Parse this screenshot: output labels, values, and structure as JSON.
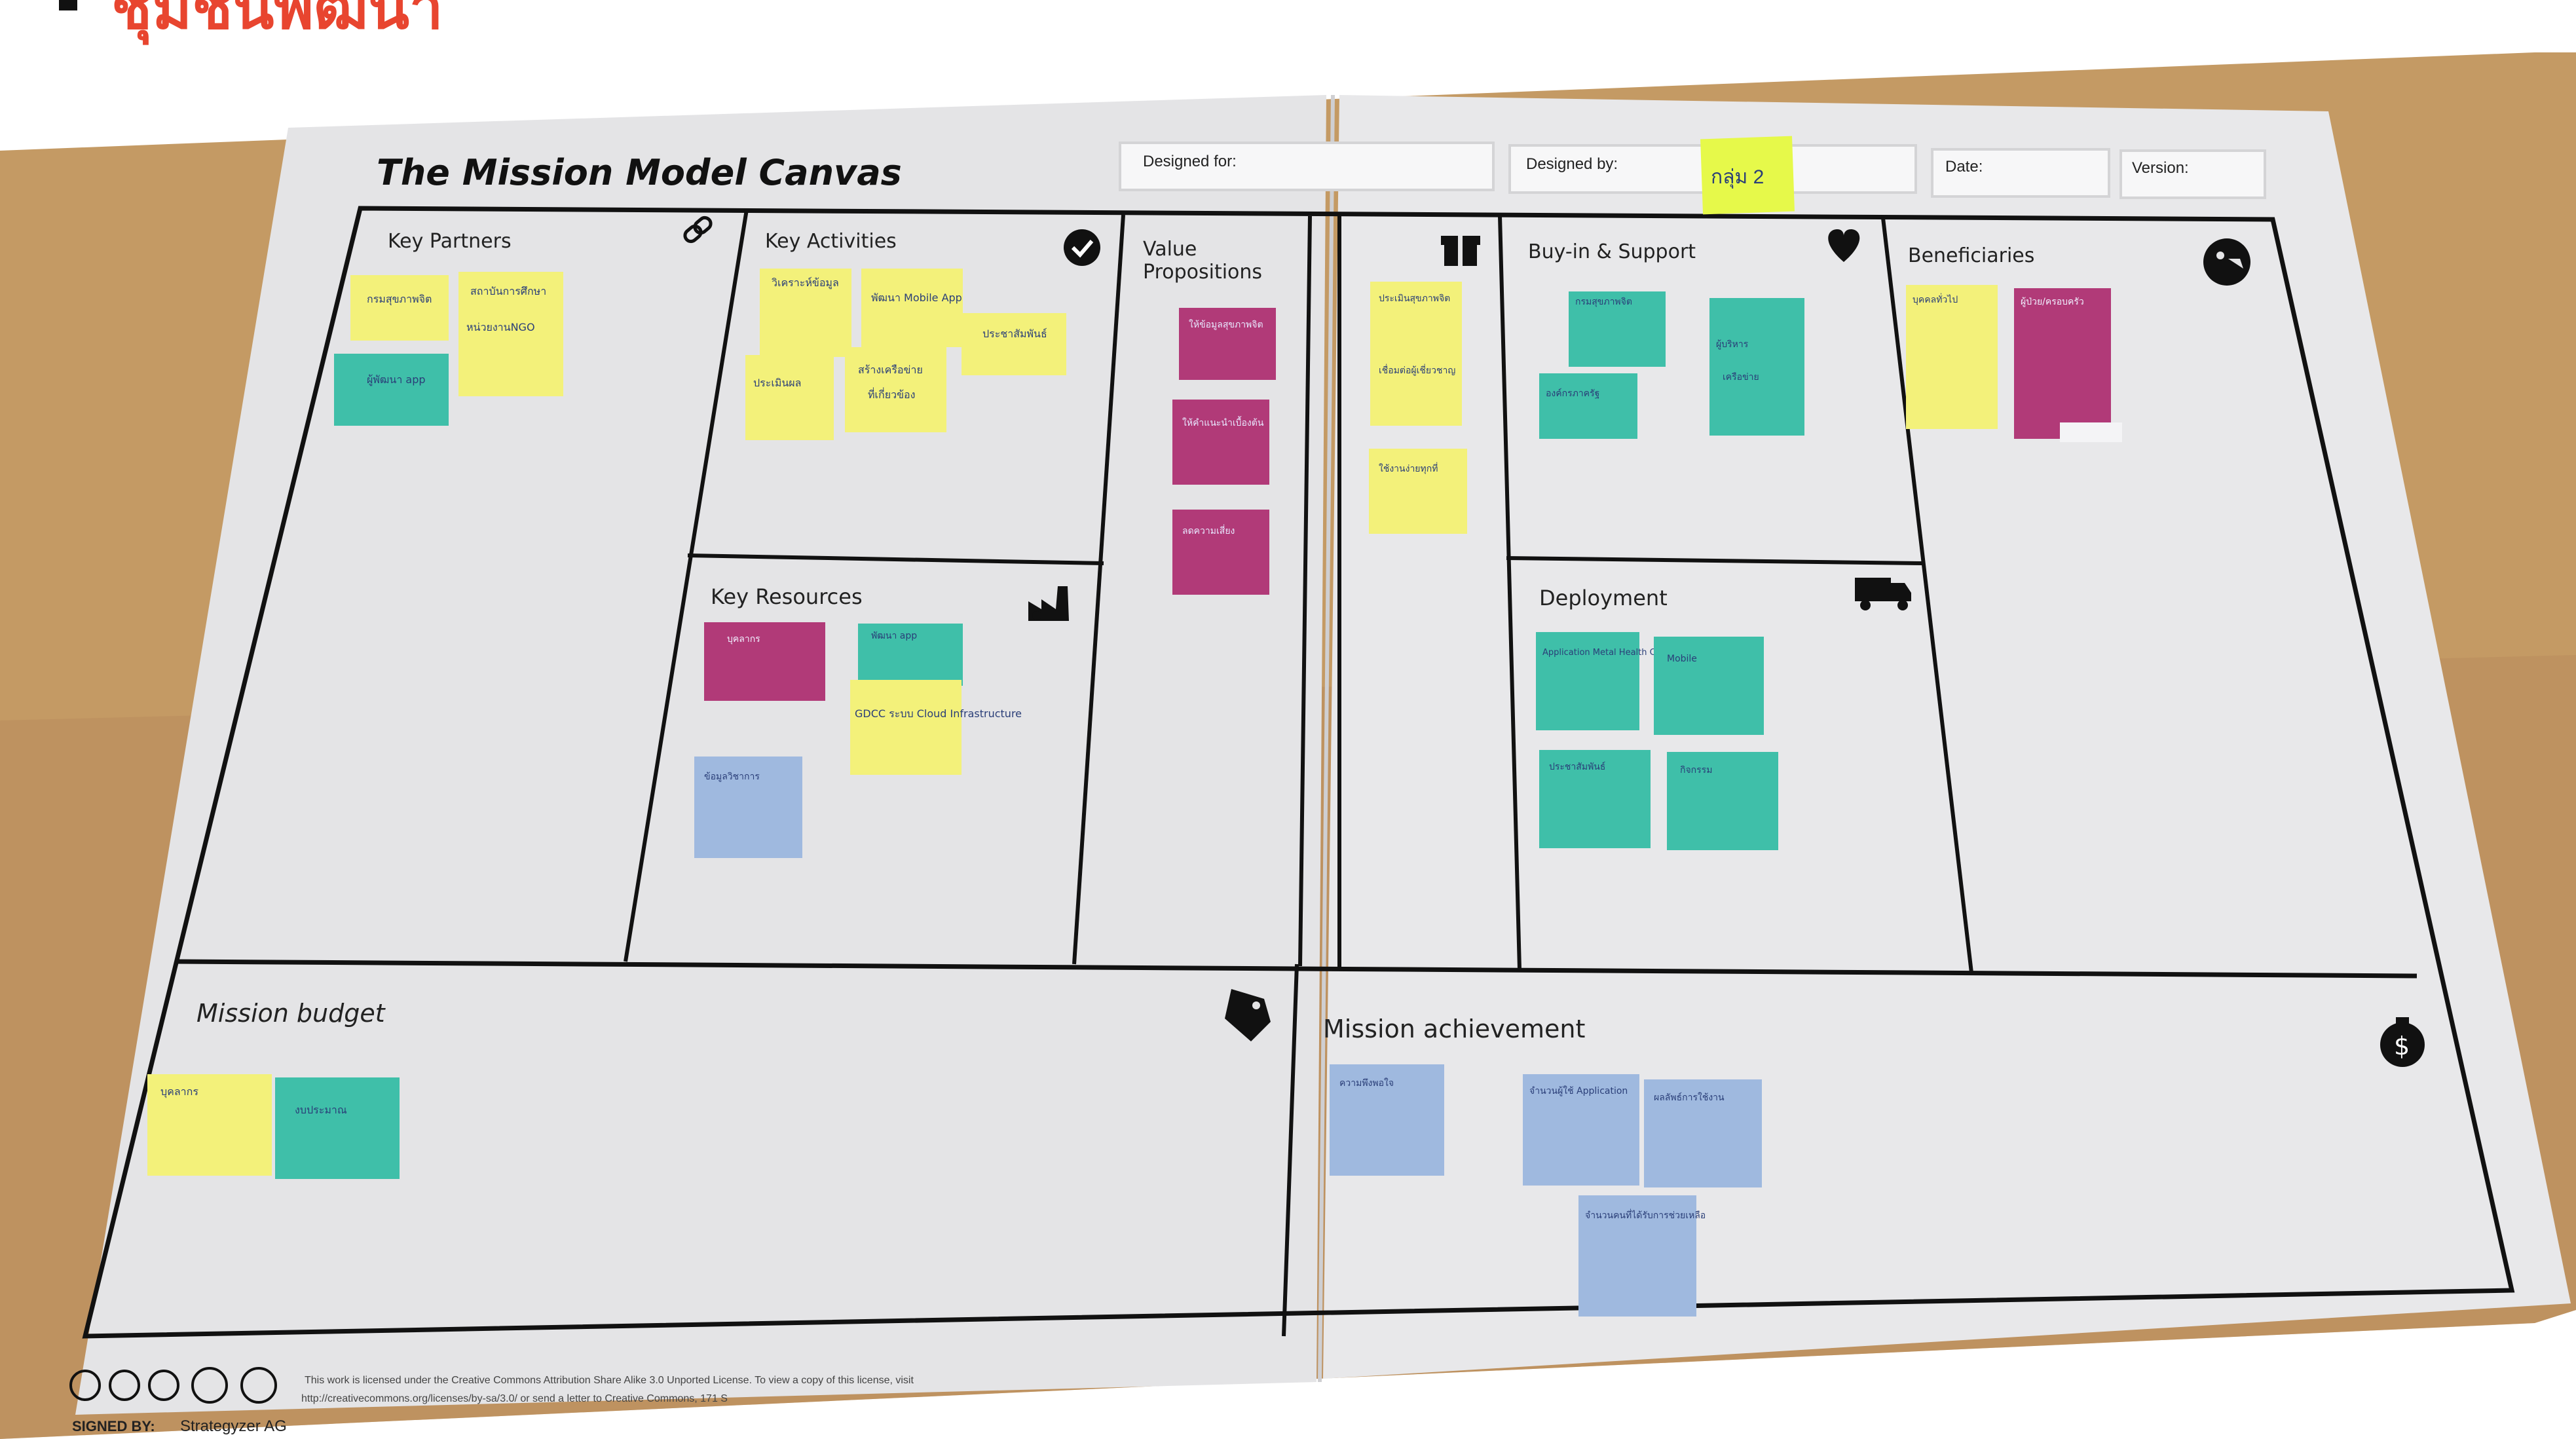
{
  "logo": {
    "text": "ชุมชนพัฒนา"
  },
  "canvas": {
    "title": "The Mission Model Canvas",
    "designed_for_label": "Designed for:",
    "designed_by_label": "Designed by:",
    "designed_by_value": "กลุ่ม 2",
    "date_label": "Date:",
    "version_label": "Version:"
  },
  "sections": {
    "key_partners": "Key Partners",
    "key_activities": "Key Activities",
    "value_propositions_1": "Value",
    "value_propositions_2": "Propositions",
    "buy_in": "Buy-in & Support",
    "beneficiaries": "Beneficiaries",
    "key_resources": "Key Resources",
    "deployment": "Deployment",
    "mission_budget": "Mission budget",
    "mission_achievement": "Mission achievement"
  },
  "footer": {
    "license": "This work is licensed under the Creative Commons Attribution Share Alike 3.0 Unported License. To view a copy of this license, visit",
    "license_url": "http://creativecommons.org/licenses/by-sa/3.0/ or send a letter to Creative Commons, 171 S",
    "designed_by_label": "SIGNED BY:",
    "designed_by_value": "Strategyzer AG"
  },
  "notes": {
    "kp1": "กรมสุขภาพจิต",
    "kp2": "สถาบันการศึกษา",
    "kp3": "หน่วยงานNGO",
    "kp4": "ผู้พัฒนา app",
    "ka1": "วิเคราะห์ข้อมูล",
    "ka2": "พัฒนา Mobile App",
    "ka3": "ประชาสัมพันธ์",
    "ka4": "ประเมินผล",
    "ka5": "สร้างเครือข่าย",
    "ka6": "ที่เกี่ยวข้อง",
    "vp1": "ให้ข้อมูลสุขภาพจิต",
    "vp2": "ให้คำแนะนำเบื้องต้น",
    "vp3": "ลดความเสี่ยง",
    "vp4": "ประเมินสุขภาพจิต",
    "vp5": "เชื่อมต่อผู้เชี่ยวชาญ",
    "vp6": "ใช้งานง่ายทุกที่",
    "bi1": "กรมสุขภาพจิต",
    "bi2": "ผู้บริหาร",
    "bi3": "องค์กรภาครัฐ",
    "bi4": "เครือข่าย",
    "bn1": "บุคคลทั่วไป",
    "bn2": "ผู้ป่วย/ครอบครัว",
    "kr1": "บุคลากร",
    "kr2": "พัฒนา app",
    "kr3": "GDCC ระบบ Cloud Infrastructure",
    "kr4": "ข้อมูลวิชาการ",
    "dp1": "Application Metal Health Check",
    "dp2": "Mobile",
    "dp3": "ประชาสัมพันธ์",
    "dp4": "กิจกรรม",
    "mb1": "บุคลากร",
    "mb2": "งบประมาณ",
    "ma1": "ความพึงพอใจ",
    "ma2": "จำนวนผู้ใช้ Application",
    "ma3": "ผลลัพธ์การใช้งาน",
    "ma4": "จำนวนคนที่ได้รับการช่วยเหลือ"
  },
  "colors": {
    "paper": "#e4e4e6",
    "wood": "#c49a64",
    "yellow": "#f3f17a",
    "teal": "#3fbfa9",
    "magenta": "#b13a78",
    "blue": "#9fb9df",
    "lime": "#e6f94a",
    "logo": "#e8452f"
  }
}
